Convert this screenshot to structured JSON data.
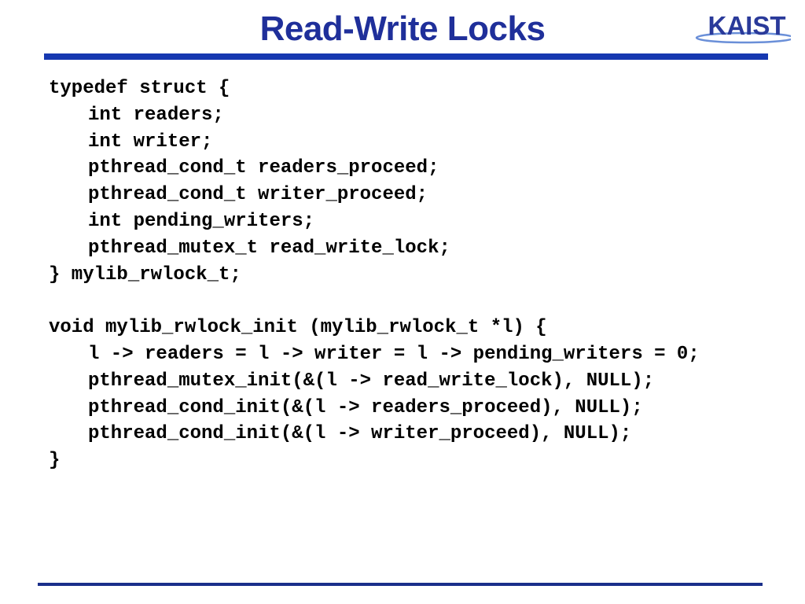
{
  "slide": {
    "title": "Read-Write Locks",
    "logo_text": "KAIST",
    "colors": {
      "title": "#1f2f9a",
      "rule": "#1638b0",
      "logo": "#2a3a9a",
      "logo_swoosh": "#6a8fd8"
    }
  },
  "code": {
    "lines": [
      "typedef struct {",
      "int readers;",
      "int writer;",
      "pthread_cond_t readers_proceed;",
      "pthread_cond_t writer_proceed;",
      "int pending_writers;",
      "pthread_mutex_t read_write_lock;",
      "} mylib_rwlock_t;",
      "",
      "void mylib_rwlock_init (mylib_rwlock_t *l) {",
      "l -> readers = l -> writer = l -> pending_writers = 0;",
      "pthread_mutex_init(&(l -> read_write_lock), NULL);",
      "pthread_cond_init(&(l -> readers_proceed), NULL);",
      "pthread_cond_init(&(l -> writer_proceed), NULL);",
      "}"
    ]
  }
}
